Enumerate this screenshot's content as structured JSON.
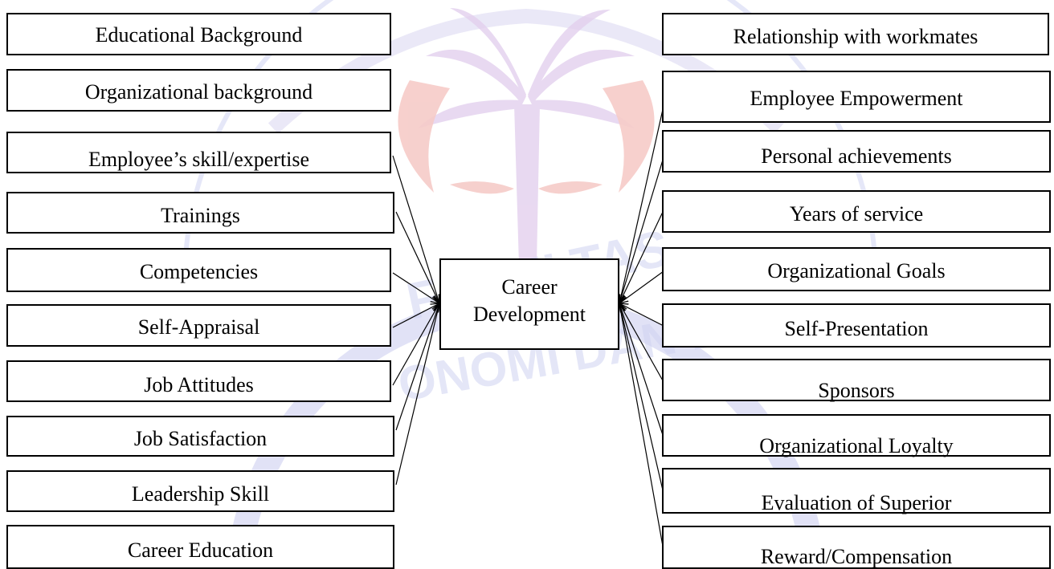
{
  "diagram": {
    "center": {
      "line1": "Career",
      "line2": "Development"
    },
    "left_boxes": [
      "Educational Background",
      "Organizational background",
      "Employee’s skill/expertise",
      "Trainings",
      "Competencies",
      "Self-Appraisal",
      "Job Attitudes",
      "Job Satisfaction",
      "Leadership Skill",
      "Career Education"
    ],
    "right_boxes": [
      "Relationship with workmates",
      "Employee Empowerment",
      "Personal achievements",
      "Years of service",
      "Organizational Goals",
      "Self-Presentation",
      "Sponsors",
      "Organizational Loyalty",
      "Evaluation of Superior",
      "Reward/Compensation"
    ],
    "watermark": {
      "text_arc": "FAKULTAS EKONOMI DAN BISNIS"
    }
  },
  "colors": {
    "box_border": "#000000",
    "arrow": "#000000",
    "watermark_blue": "#c8cbee",
    "watermark_red": "#f6cbc8",
    "watermark_purple": "#e4d2ec"
  }
}
